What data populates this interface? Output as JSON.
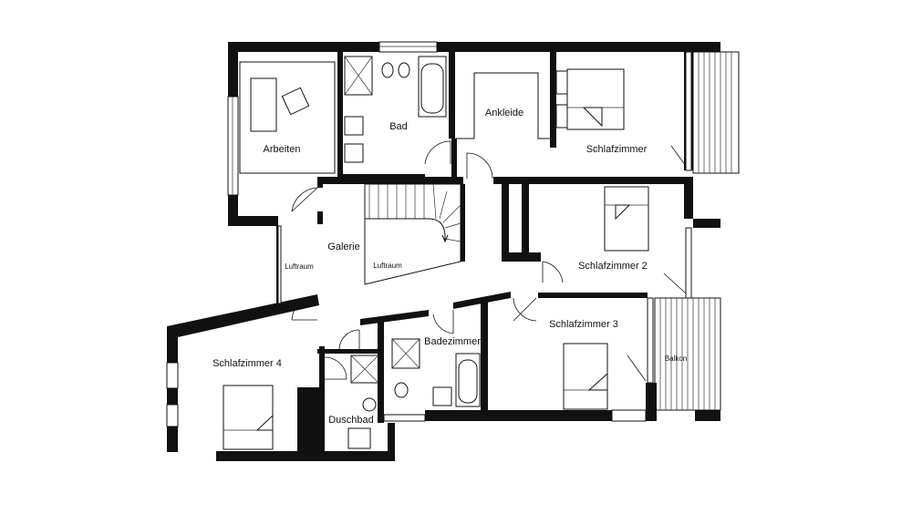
{
  "rooms": {
    "arbeiten": "Arbeiten",
    "bad": "Bad",
    "ankleide": "Ankleide",
    "schlafzimmer": "Schlafzimmer",
    "galerie": "Galerie",
    "luftraum_left": "Luftraum",
    "luftraum_stair": "Luftraum",
    "schlafzimmer2": "Schlafzimmer 2",
    "schlafzimmer3": "Schlafzimmer 3",
    "badezimmer": "Badezimmer",
    "schlafzimmer4": "Schlafzimmer 4",
    "duschbad": "Duschbad",
    "balkon": "Balkon"
  }
}
